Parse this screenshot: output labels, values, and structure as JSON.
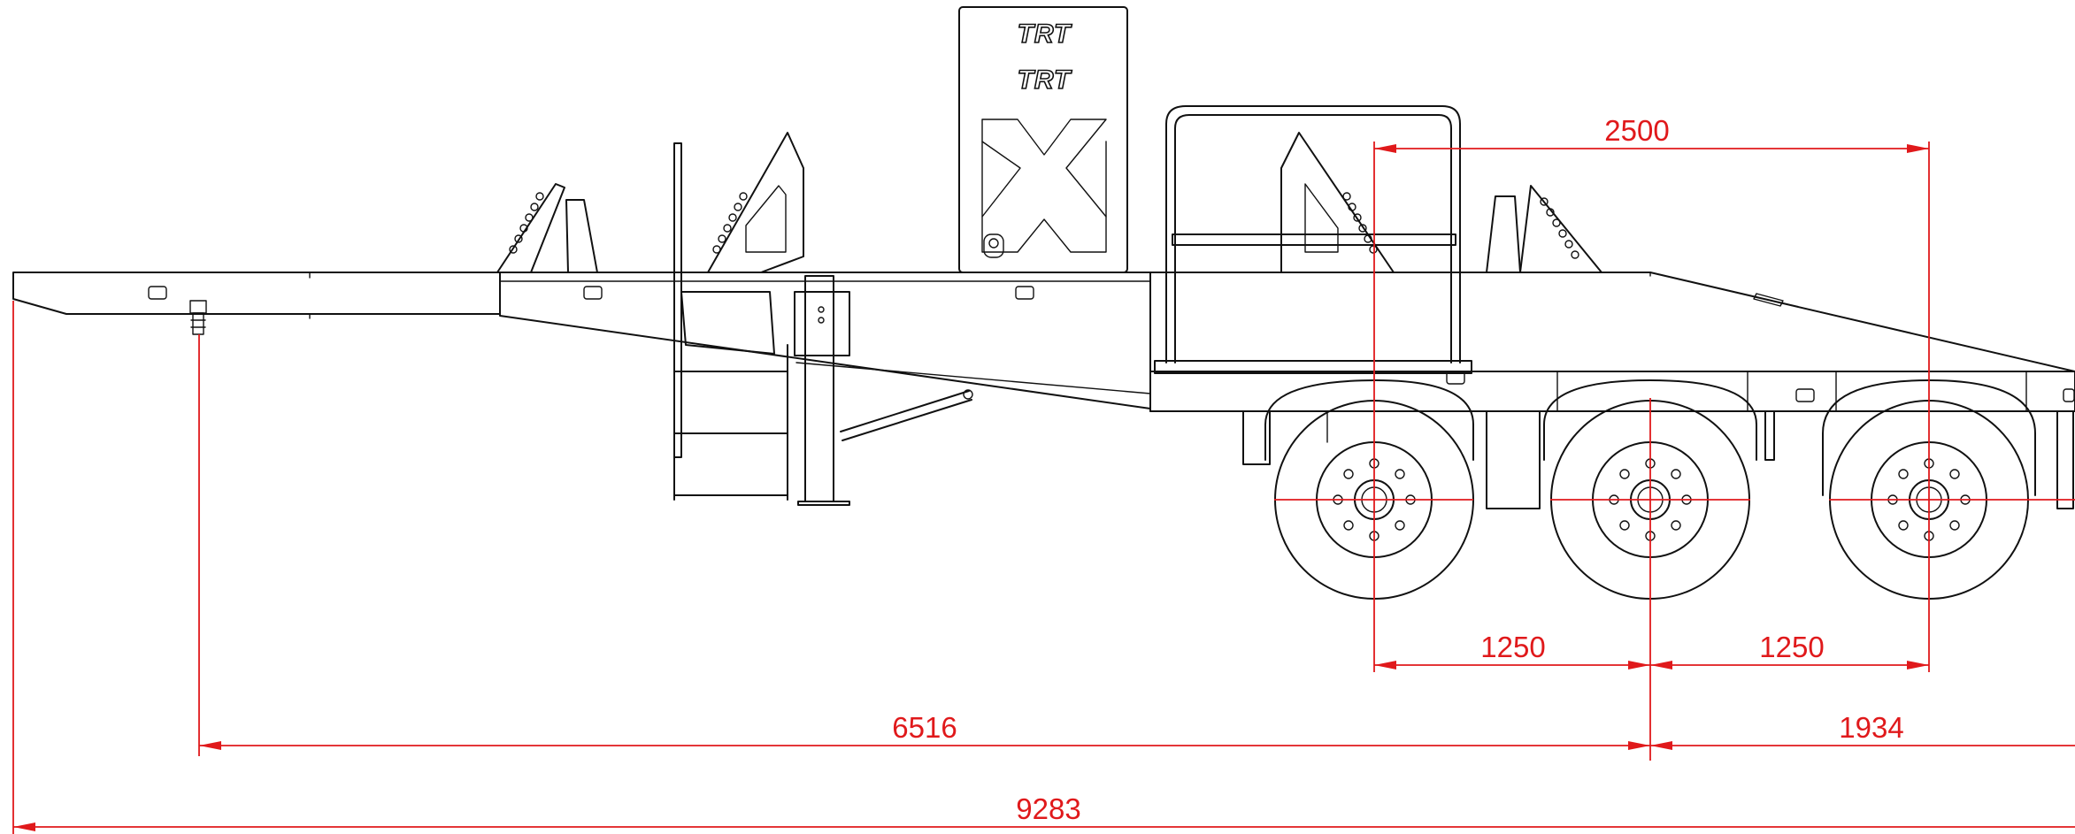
{
  "drawing": {
    "logo": "TRT",
    "colors": {
      "line": "#111111",
      "dimension": "#e0191b",
      "background": "#ffffff"
    },
    "dimensions": {
      "axle_span": "2500",
      "axle_spacing_front": "1250",
      "axle_spacing_rear": "1250",
      "kingpin_to_center_axle": "6516",
      "center_axle_to_rear": "1934",
      "overall_length": "9283"
    }
  }
}
